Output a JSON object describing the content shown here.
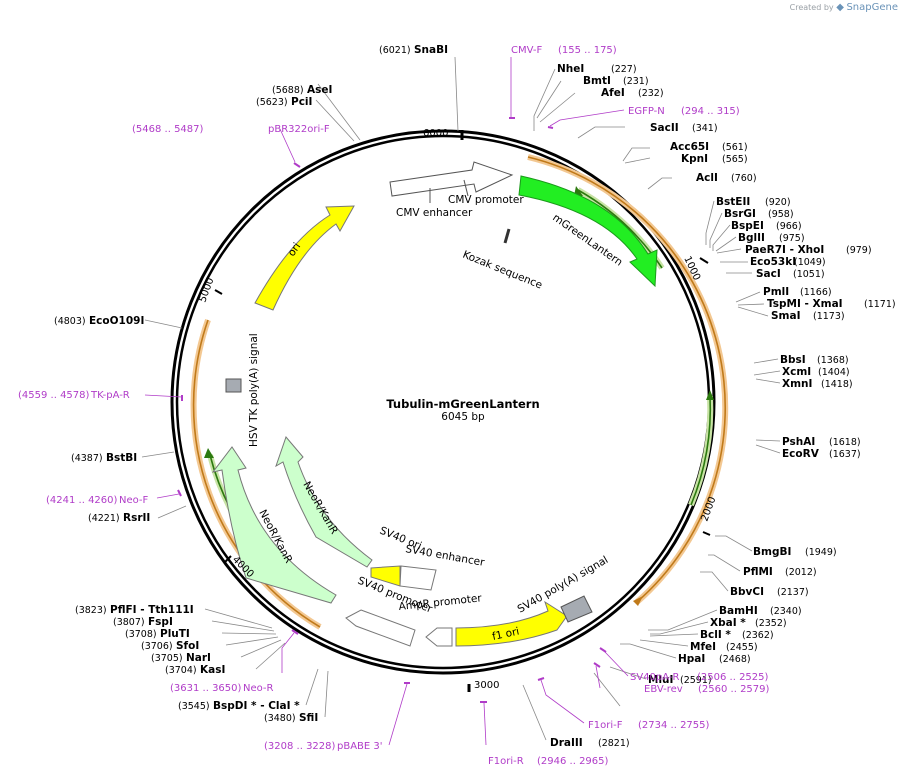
{
  "watermark": {
    "prefix": "Created by",
    "brand": "SnapGene"
  },
  "plasmid": {
    "name": "Tubulin-mGreenLantern",
    "length": "6045 bp"
  },
  "ticks": [
    "6000",
    "1000",
    "2000",
    "3000",
    "4000",
    "5000"
  ],
  "features": [
    "CMV enhancer",
    "CMV promoter",
    "mGreenLantern",
    "Kozak sequence",
    "ori",
    "HSV TK poly(A) signal",
    "NeoR/KanR",
    "NeoR/KanR",
    "SV40 ori",
    "SV40 enhancer",
    "SV40 promoter",
    "AmpR promoter",
    "f1 ori",
    "SV40 poly(A) signal"
  ],
  "enzymes": [
    {
      "pos": "(6021)",
      "name": "SnaBI"
    },
    {
      "pos": "(227)",
      "name": "NheI"
    },
    {
      "pos": "(231)",
      "name": "BmtI"
    },
    {
      "pos": "(232)",
      "name": "AfeI"
    },
    {
      "pos": "(341)",
      "name": "SacII"
    },
    {
      "pos": "(561)",
      "name": "Acc65I"
    },
    {
      "pos": "(565)",
      "name": "KpnI"
    },
    {
      "pos": "(760)",
      "name": "AclI"
    },
    {
      "pos": "(920)",
      "name": "BstEII"
    },
    {
      "pos": "(958)",
      "name": "BsrGI"
    },
    {
      "pos": "(966)",
      "name": "BspEI"
    },
    {
      "pos": "(975)",
      "name": "BglII"
    },
    {
      "pos": "(979)",
      "name": "PaeR7I - XhoI"
    },
    {
      "pos": "(1049)",
      "name": "Eco53kI"
    },
    {
      "pos": "(1051)",
      "name": "SacI"
    },
    {
      "pos": "(1166)",
      "name": "PmlI"
    },
    {
      "pos": "(1171)",
      "name": "TspMI - XmaI"
    },
    {
      "pos": "(1173)",
      "name": "SmaI"
    },
    {
      "pos": "(1368)",
      "name": "BbsI"
    },
    {
      "pos": "(1404)",
      "name": "XcmI"
    },
    {
      "pos": "(1418)",
      "name": "XmnI"
    },
    {
      "pos": "(1618)",
      "name": "PshAI"
    },
    {
      "pos": "(1637)",
      "name": "EcoRV"
    },
    {
      "pos": "(1949)",
      "name": "BmgBI"
    },
    {
      "pos": "(2012)",
      "name": "PflMI"
    },
    {
      "pos": "(2137)",
      "name": "BbvCI"
    },
    {
      "pos": "(2340)",
      "name": "BamHI"
    },
    {
      "pos": "(2352)",
      "name": "XbaI *"
    },
    {
      "pos": "(2362)",
      "name": "BclI *"
    },
    {
      "pos": "(2455)",
      "name": "MfeI"
    },
    {
      "pos": "(2468)",
      "name": "HpaI"
    },
    {
      "pos": "(2591)",
      "name": "MluI"
    },
    {
      "pos": "(2821)",
      "name": "DraIII"
    },
    {
      "pos": "(5688)",
      "name": "AseI"
    },
    {
      "pos": "(5623)",
      "name": "PciI"
    },
    {
      "pos": "(4803)",
      "name": "EcoO109I"
    },
    {
      "pos": "(4387)",
      "name": "BstBI"
    },
    {
      "pos": "(4221)",
      "name": "RsrII"
    },
    {
      "pos": "(3823)",
      "name": "PflFI - Tth111I"
    },
    {
      "pos": "(3807)",
      "name": "FspI"
    },
    {
      "pos": "(3708)",
      "name": "PluTI"
    },
    {
      "pos": "(3706)",
      "name": "SfoI"
    },
    {
      "pos": "(3705)",
      "name": "NarI"
    },
    {
      "pos": "(3704)",
      "name": "KasI"
    },
    {
      "pos": "(3545)",
      "name": "BspDI * - ClaI *"
    },
    {
      "pos": "(3480)",
      "name": "SfiI"
    }
  ],
  "primers": [
    {
      "name": "CMV-F",
      "range": "(155 .. 175)"
    },
    {
      "name": "EGFP-N",
      "range": "(294 .. 315)"
    },
    {
      "name": "pBR322ori-F",
      "range": "(5468 .. 5487)"
    },
    {
      "name": "TK-pA-R",
      "range": "(4559 .. 4578)"
    },
    {
      "name": "Neo-F",
      "range": "(4241 .. 4260)"
    },
    {
      "name": "Neo-R",
      "range": "(3631 .. 3650)"
    },
    {
      "name": "pBABE 3'",
      "range": "(3208 .. 3228)"
    },
    {
      "name": "F1ori-R",
      "range": "(2946 .. 2965)"
    },
    {
      "name": "F1ori-F",
      "range": "(2734 .. 2755)"
    },
    {
      "name": "EBV-rev",
      "range": "(2560 .. 2579)"
    },
    {
      "name": "SV40pA-R",
      "range": "(2506 .. 2525)"
    }
  ]
}
